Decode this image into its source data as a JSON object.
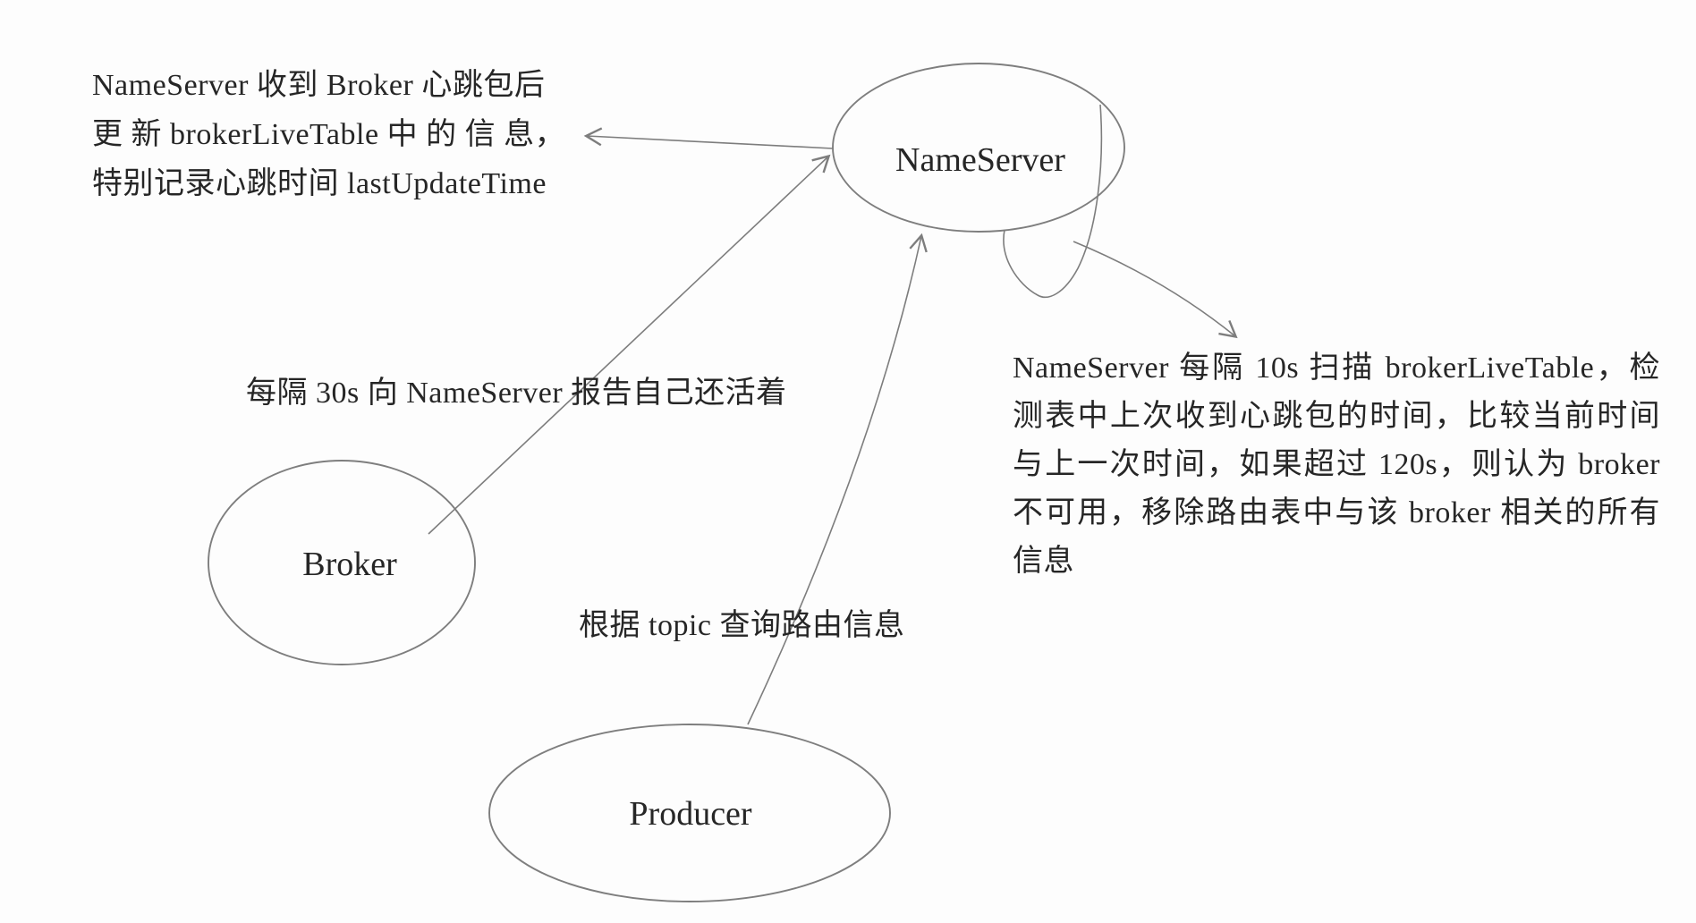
{
  "diagram": {
    "title": "RocketMQ NameServer heartbeat diagram",
    "nodes": {
      "nameserver": {
        "label": "NameServer"
      },
      "broker": {
        "label": "Broker"
      },
      "producer": {
        "label": "Producer"
      }
    },
    "annotations": {
      "heartbeat_update": {
        "lines": [
          "NameServer 收到 Broker 心跳包后",
          "更 新 brokerLiveTable 中 的 信 息，",
          "特别记录心跳时间 lastUpdateTime"
        ]
      },
      "broker_report": {
        "text": "每隔 30s 向 NameServer 报告自己还活着"
      },
      "topic_query": {
        "text": "根据 topic 查询路由信息"
      },
      "scan_rule": {
        "lines": [
          "NameServer 每隔 10s 扫描 brokerLiveTable，检",
          "测表中上次收到心跳包的时间，比较当前时间",
          "与上一次时间，如果超过 120s，则认为 broker",
          "不可用，移除路由表中与该 broker 相关的所有",
          "信息"
        ]
      }
    },
    "edges": [
      {
        "from": "broker",
        "to": "nameserver",
        "annotation": "broker_report"
      },
      {
        "from": "producer",
        "to": "nameserver",
        "annotation": "topic_query"
      },
      {
        "from": "nameserver",
        "to": "nameserver",
        "annotation": "scan_rule"
      },
      {
        "from": "nameserver",
        "to": "heartbeat_update",
        "annotation": "heartbeat_update"
      }
    ],
    "colors": {
      "ink": "#262626",
      "line": "#7d7d7d",
      "background": "#fdfdfd"
    }
  }
}
